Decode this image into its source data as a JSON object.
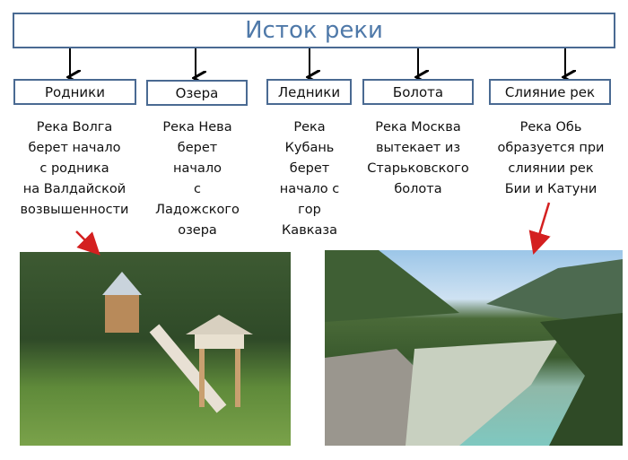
{
  "title": "Исток реки",
  "categories": [
    {
      "label": "Родники",
      "text": "Река Волга\nберет начало\nс родника\nна Валдайской\nвозвышенности"
    },
    {
      "label": "Озера",
      "text": "Река Нева\nберет\nначало\nс\nЛадожского\nозера"
    },
    {
      "label": "Ледники",
      "text": "Река\nКубань\nберет\nначало с\nгор\nКавказа"
    },
    {
      "label": "Болота",
      "text": "Река Москва\nвытекает из\nСтарьковского\nболота"
    },
    {
      "label": "Слияние рек",
      "text": "Река Обь\nобразуется при\nслиянии рек\nБии и Катуни"
    }
  ],
  "colors": {
    "border": "#4a6a92",
    "title": "#4f79a9",
    "pointer": "#d42020"
  }
}
